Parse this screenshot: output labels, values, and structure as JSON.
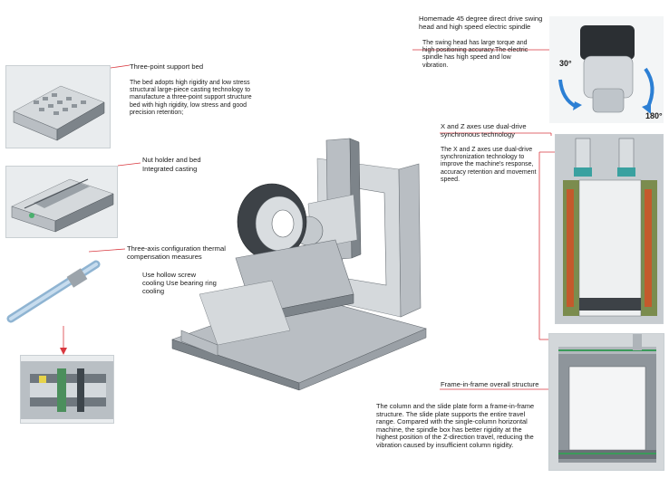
{
  "callouts": {
    "swing_head": {
      "title": "Homemade 45 degree direct drive swing head and high speed electric spindle",
      "desc": "The swing head has large torque and high positioning accuracy.The electric spindle has high speed and low vibration.",
      "angle_left": "30°",
      "angle_right": "180°"
    },
    "bed": {
      "title": "Three-point support bed",
      "desc": "The bed adopts high rigidity and low stress structural large-piece casting technology to manufacture a three-point support structure bed with high rigidity, low stress and good precision retention;"
    },
    "nut_holder": {
      "title": "Nut holder and bed Integrated casting"
    },
    "thermal": {
      "title": "Three-axis configuration thermal compensation measures",
      "desc": "Use hollow screw cooling Use bearing ring cooling"
    },
    "xz_axes": {
      "title": "X and Z axes use dual-drive synchronous technology",
      "desc": "The X and Z axes use dual-drive synchronization technology to improve the machine's response, accuracy retention and movement speed."
    },
    "frame": {
      "title": "Frame-in-frame overall structure",
      "desc": "The column and the slide plate form a frame-in-frame structure. The slide plate supports the entire travel range. Compared with the single-column horizontal machine, the spindle box has better rigidity at the highest position of the Z-direction travel, reducing the vibration caused by insufficient column rigidity."
    }
  },
  "colors": {
    "leader_line": "#d9383f",
    "arrow": "#2c7fd4"
  }
}
